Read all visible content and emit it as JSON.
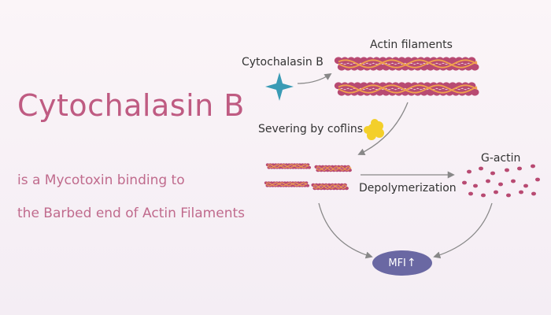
{
  "title": "Cytochalasin B",
  "subtitle_line1": "is a Mycotoxin binding to",
  "subtitle_line2": "the Barbed end of Actin Filaments",
  "labels": {
    "actin_filaments": "Actin filaments",
    "cytochalasin_b": "Cytochalasin B",
    "severing": "Severing by coflins",
    "depolymerization": "Depolymerization",
    "g_actin": "G-actin",
    "mfi": "MFI",
    "mfi_arrow": "↑"
  },
  "colors": {
    "title": "#bf5b82",
    "subtitle": "#c06b8d",
    "actin_bead": "#b84a72",
    "actin_strand": "#f0a24c",
    "cytochalasin_icon": "#3a9bb5",
    "cofilin_icon": "#f3cf2a",
    "mfi_fill": "#6a68a3",
    "arrow": "#888888"
  }
}
